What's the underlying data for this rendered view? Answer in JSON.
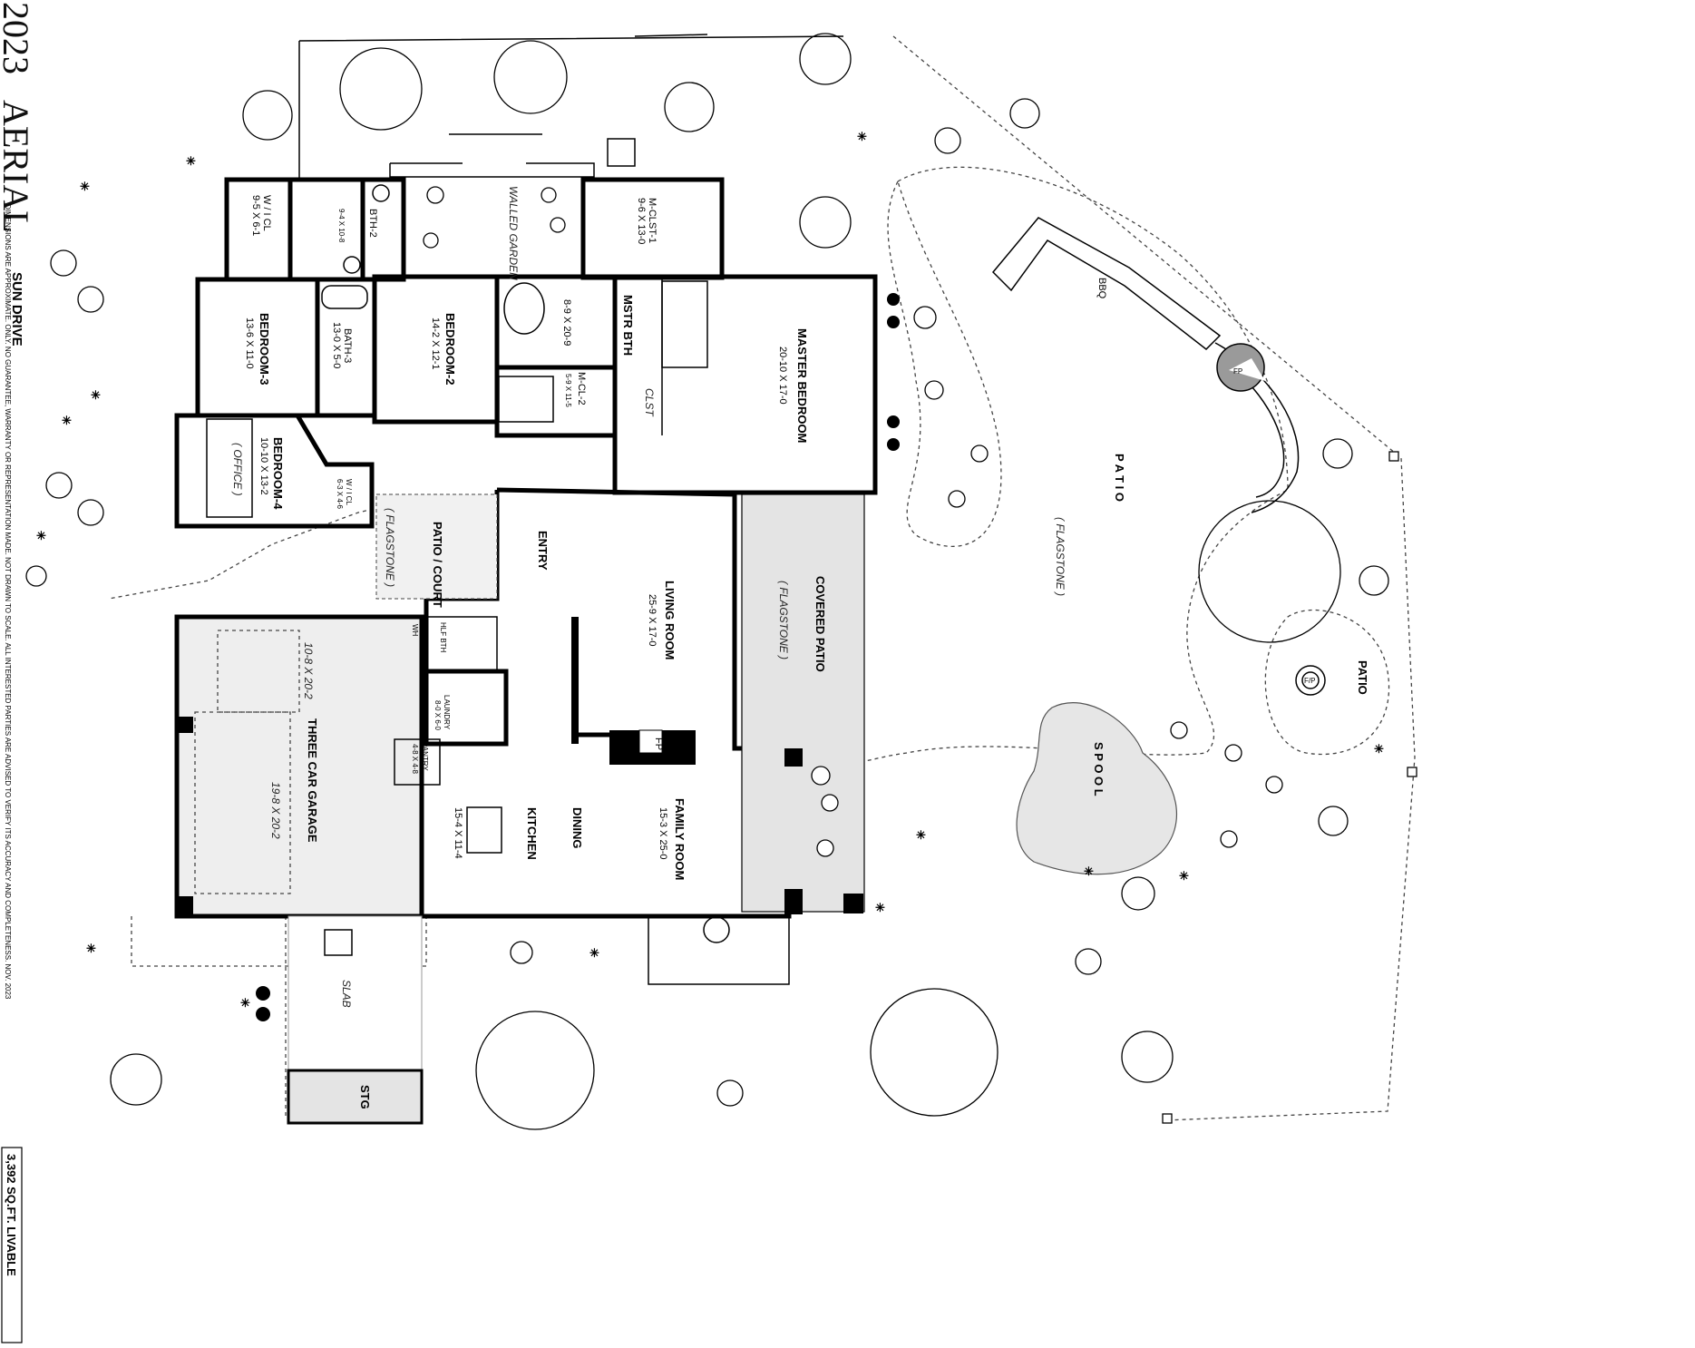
{
  "sidebar": {
    "year": "2023",
    "brand": "AERIAL",
    "address": "SUN DRIVE",
    "disclaimer": "DIMENSIONS ARE APPROXIMATE. ONLY. NO GUARANTEE, WARRANTY OR REPRESENTATION MADE. NOT DRAWN TO SCALE. ALL INTERESTED PARTIES ARE ADVISED TO VERIFY ITS ACCURACY AND COMPLETENESS. NOV. 2023",
    "area": "3,392 SQ.FT. LIVABLE"
  },
  "rooms": {
    "wcl1": {
      "name": "W / I CL",
      "dim": "9-5 X 6-1"
    },
    "bath_hall": {
      "dim": "9-4 X 10-8"
    },
    "bth2": {
      "name": "BTH-2"
    },
    "walled_garden": {
      "name": "WALLED GARDEN"
    },
    "mclst1": {
      "name": "M-CLST-1",
      "dim": "9-6 X 13-0"
    },
    "bedroom3": {
      "name": "BEDROOM-3",
      "dim": "13-6 X 11-0"
    },
    "bath3": {
      "name": "BATH-3",
      "dim": "13-0 X 5-0"
    },
    "bedroom2": {
      "name": "BEDROOM-2",
      "dim": "14-2 X 12-1"
    },
    "mstr_bth": {
      "name": "MSTR BTH",
      "dim": "8-9 X 20-9"
    },
    "mcl2": {
      "name": "M-CL-2",
      "dim": "5-9 X 11-5"
    },
    "clst": {
      "name": "CLST"
    },
    "master_bedroom": {
      "name": "MASTER BEDROOM",
      "dim": "20-10 X 17-0"
    },
    "bedroom4": {
      "name": "BEDROOM-4",
      "dim": "10-10 X 13-2",
      "note": "( OFFICE )"
    },
    "wcl4": {
      "name": "W / I CL",
      "dim": "6-3 X 4-6"
    },
    "patio_court": {
      "name": "PATIO / COURT",
      "note": "( FLAGSTONE )"
    },
    "entry": {
      "name": "ENTRY"
    },
    "living_room": {
      "name": "LIVING ROOM",
      "dim": "25-9 X 17-0"
    },
    "covered_patio": {
      "name": "COVERED PATIO",
      "note": "( FLAGSTONE )"
    },
    "hlf_bth": {
      "name": "HLF BTH"
    },
    "wh": {
      "name": "WH"
    },
    "laundry": {
      "name": "LAUNDRY",
      "dim": "8-0 X 6-0"
    },
    "pantry": {
      "name": "PANTRY",
      "dim": "4-8 X 4-8"
    },
    "garage": {
      "name": "THREE CAR GARAGE",
      "dim_a": "10-8 X 20-2",
      "dim_b": "19-8 X 20-2"
    },
    "kitchen": {
      "name": "KITCHEN",
      "dim": "15-4 X 11-4"
    },
    "dining": {
      "name": "DINING"
    },
    "family_room": {
      "name": "FAMILY ROOM",
      "dim": "15-3 X 25-0"
    },
    "fp_living": {
      "name": "FP"
    },
    "slab": {
      "name": "SLAB"
    },
    "stg": {
      "name": "STG"
    }
  },
  "yard": {
    "bbq": "BBQ",
    "fp": "FP",
    "patio_main": "P A T I O",
    "patio_main_note": "( FLAGSTONE )",
    "patio_small": "PATIO",
    "firepit": "F/P",
    "pool": "S P O O L"
  }
}
